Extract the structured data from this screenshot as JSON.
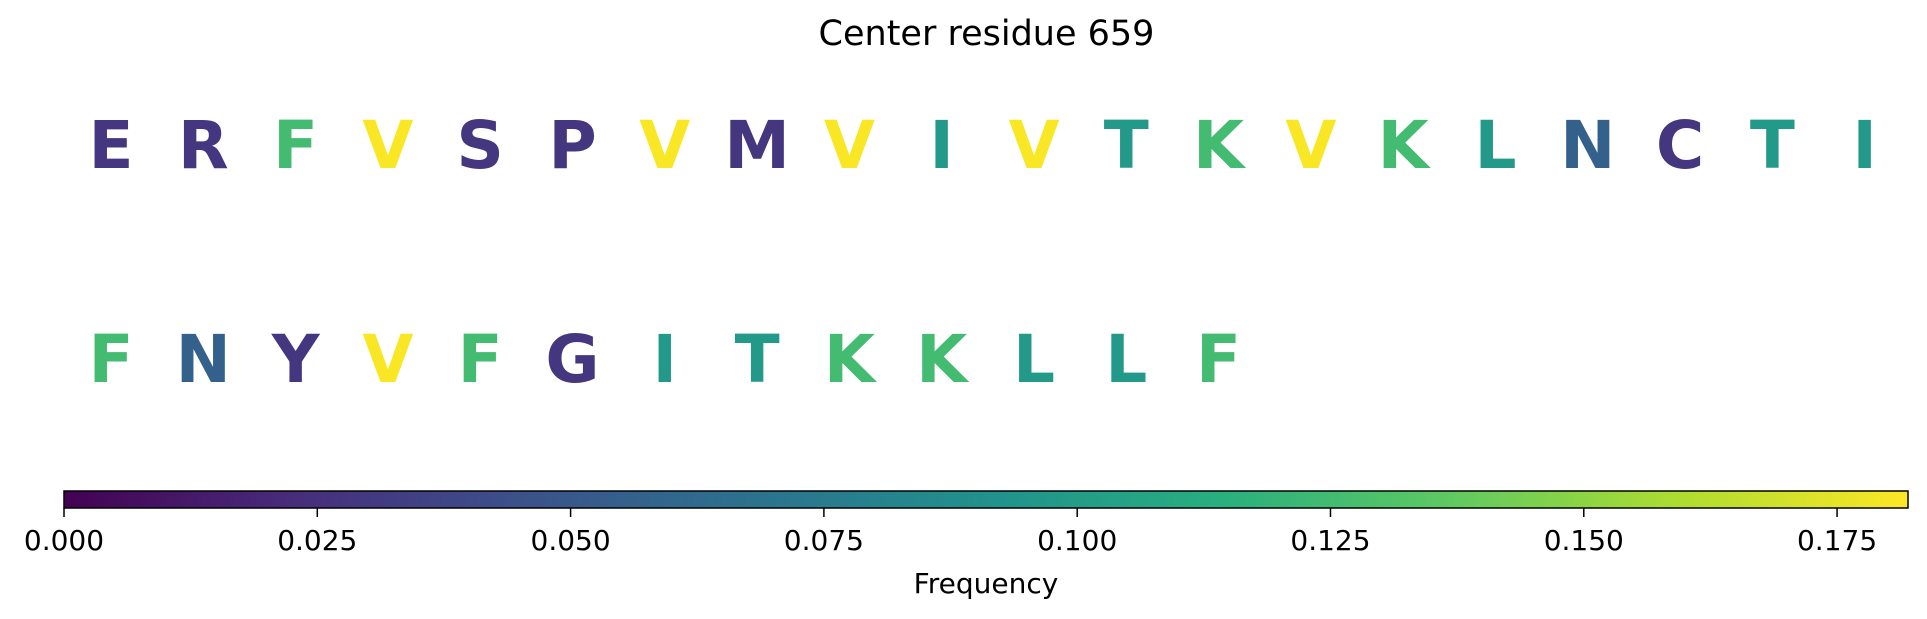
{
  "chart_data": {
    "type": "sequence-logo",
    "title": "Center residue 659",
    "rows": [
      [
        {
          "letter": "E",
          "value": 0.028
        },
        {
          "letter": "R",
          "value": 0.028
        },
        {
          "letter": "F",
          "value": 0.125
        },
        {
          "letter": "V",
          "value": 0.181
        },
        {
          "letter": "S",
          "value": 0.028
        },
        {
          "letter": "P",
          "value": 0.028
        },
        {
          "letter": "V",
          "value": 0.181
        },
        {
          "letter": "M",
          "value": 0.028
        },
        {
          "letter": "V",
          "value": 0.181
        },
        {
          "letter": "I",
          "value": 0.097
        },
        {
          "letter": "V",
          "value": 0.181
        },
        {
          "letter": "T",
          "value": 0.097
        },
        {
          "letter": "K",
          "value": 0.125
        },
        {
          "letter": "V",
          "value": 0.181
        },
        {
          "letter": "K",
          "value": 0.125
        },
        {
          "letter": "L",
          "value": 0.097
        },
        {
          "letter": "N",
          "value": 0.056
        },
        {
          "letter": "C",
          "value": 0.028
        },
        {
          "letter": "T",
          "value": 0.097
        },
        {
          "letter": "I",
          "value": 0.097
        }
      ],
      [
        {
          "letter": "F",
          "value": 0.125
        },
        {
          "letter": "N",
          "value": 0.056
        },
        {
          "letter": "Y",
          "value": 0.028
        },
        {
          "letter": "V",
          "value": 0.181
        },
        {
          "letter": "F",
          "value": 0.125
        },
        {
          "letter": "G",
          "value": 0.028
        },
        {
          "letter": "I",
          "value": 0.097
        },
        {
          "letter": "T",
          "value": 0.097
        },
        {
          "letter": "K",
          "value": 0.125
        },
        {
          "letter": "K",
          "value": 0.125
        },
        {
          "letter": "L",
          "value": 0.097
        },
        {
          "letter": "L",
          "value": 0.097
        },
        {
          "letter": "F",
          "value": 0.125
        }
      ]
    ],
    "colorbar": {
      "label": "Frequency",
      "min": 0.0,
      "max": 0.182,
      "colormap": "viridis",
      "ticks": [
        0.0,
        0.025,
        0.05,
        0.075,
        0.1,
        0.125,
        0.15,
        0.175
      ],
      "tick_labels": [
        "0.000",
        "0.025",
        "0.050",
        "0.075",
        "0.100",
        "0.125",
        "0.150",
        "0.175"
      ],
      "orientation": "horizontal"
    }
  }
}
